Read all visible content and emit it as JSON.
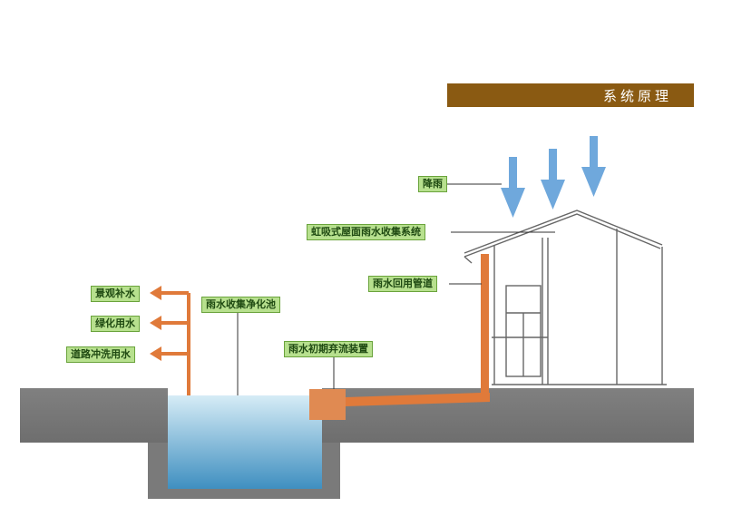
{
  "title": "系统原理",
  "labels": {
    "rain": "降雨",
    "siphon_roof": "虹吸式屋面雨水收集系统",
    "return_pipe": "雨水回用管道",
    "collection_pool": "雨水收集净化池",
    "initial_discard": "雨水初期弃流装置",
    "landscape": "景观补水",
    "greening": "绿化用水",
    "road_wash": "道路冲洗用水"
  },
  "colors": {
    "title_bg": "#8a5a12",
    "tag_bg": "#b7e08e",
    "tag_border": "#6aa33c",
    "ground": "#7a7a7a",
    "water_top": "#d6ecf6",
    "water_bottom": "#3f8fc0",
    "pipe": "#e07a3a",
    "rain_arrow": "#6fa8dc"
  }
}
